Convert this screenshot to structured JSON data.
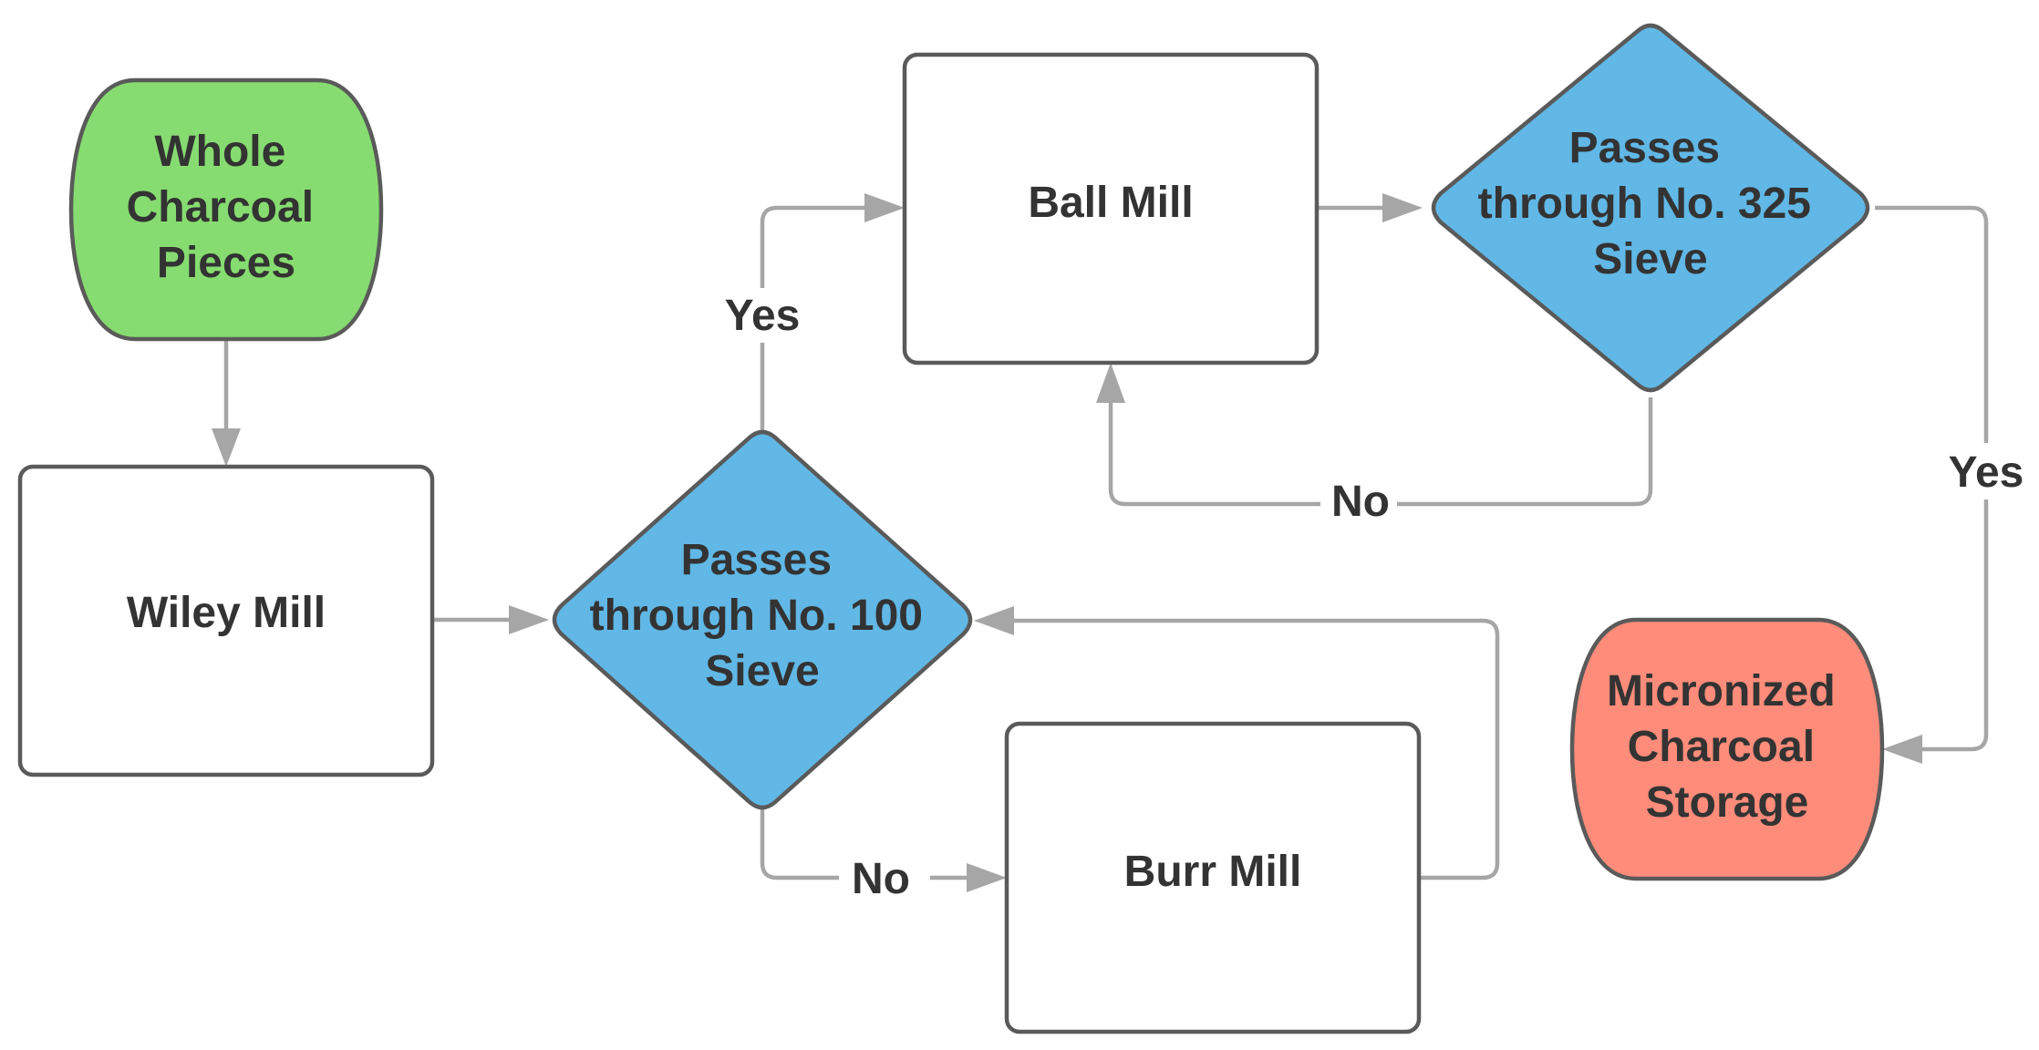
{
  "nodes": {
    "whole_charcoal": {
      "lines": [
        "Whole",
        "Charcoal",
        "Pieces"
      ],
      "color": "#86dc70"
    },
    "wiley_mill": {
      "lines": [
        "Wiley Mill"
      ],
      "color": "#ffffff"
    },
    "sieve_100": {
      "lines": [
        "Passes",
        "through No. 100",
        "Sieve"
      ],
      "color": "#61b8e6"
    },
    "ball_mill": {
      "lines": [
        "Ball Mill"
      ],
      "color": "#ffffff"
    },
    "sieve_325": {
      "lines": [
        "Passes",
        "through No. 325",
        "Sieve"
      ],
      "color": "#61b8e6"
    },
    "burr_mill": {
      "lines": [
        "Burr Mill"
      ],
      "color": "#ffffff"
    },
    "micronized_storage": {
      "lines": [
        "Micronized",
        "Charcoal",
        "Storage"
      ],
      "color": "#fd8c7a"
    }
  },
  "edges": {
    "sieve100_yes": "Yes",
    "sieve100_no": "No",
    "sieve325_no": "No",
    "sieve325_yes": "Yes"
  },
  "colors": {
    "connector": "#a6a6a6",
    "shape_border": "#5a5a5a",
    "text": "#333333"
  }
}
